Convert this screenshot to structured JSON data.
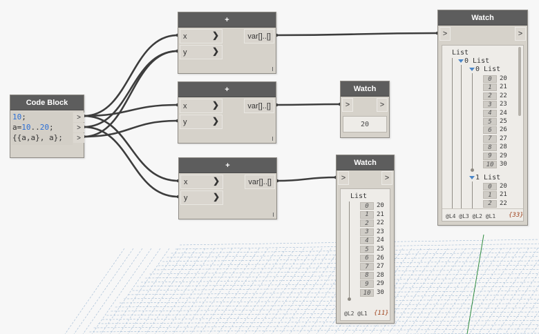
{
  "code_block": {
    "title": "Code Block",
    "lines": [
      [
        {
          "t": "10",
          "num": true
        },
        {
          "t": ";"
        }
      ],
      [
        {
          "t": "a="
        },
        {
          "t": "10",
          "num": true
        },
        {
          "t": ".."
        },
        {
          "t": "20",
          "num": true
        },
        {
          "t": ";"
        }
      ],
      [
        {
          "t": "{{a,a}, a};"
        }
      ]
    ],
    "out_ports": [
      ">",
      ">",
      ">"
    ]
  },
  "add_nodes": [
    {
      "title": "+",
      "inputs": [
        "x",
        "y"
      ],
      "input_chevron": "❯",
      "output": "var[]..[]"
    },
    {
      "title": "+",
      "inputs": [
        "x",
        "y"
      ],
      "input_chevron": "❯",
      "output": "var[]..[]"
    },
    {
      "title": "+",
      "inputs": [
        "x",
        "y"
      ],
      "input_chevron": "❯",
      "output": "var[]..[]"
    }
  ],
  "watch_small": {
    "title": "Watch",
    "in_port": ">",
    "out_port": ">",
    "value": "20"
  },
  "watch_mid": {
    "title": "Watch",
    "in_port": ">",
    "out_port": ">",
    "root_label": "List",
    "items": [
      {
        "i": "0",
        "v": "20"
      },
      {
        "i": "1",
        "v": "21"
      },
      {
        "i": "2",
        "v": "22"
      },
      {
        "i": "3",
        "v": "23"
      },
      {
        "i": "4",
        "v": "24"
      },
      {
        "i": "5",
        "v": "25"
      },
      {
        "i": "6",
        "v": "26"
      },
      {
        "i": "7",
        "v": "27"
      },
      {
        "i": "8",
        "v": "28"
      },
      {
        "i": "9",
        "v": "29"
      },
      {
        "i": "10",
        "v": "30"
      }
    ],
    "levels": "@L2 @L1",
    "count": "{11}"
  },
  "watch_big": {
    "title": "Watch",
    "in_port": ">",
    "out_port": ">",
    "root_label": "List",
    "level1_label": "0 List",
    "level2_label": "0 List",
    "items": [
      {
        "i": "0",
        "v": "20"
      },
      {
        "i": "1",
        "v": "21"
      },
      {
        "i": "2",
        "v": "22"
      },
      {
        "i": "3",
        "v": "23"
      },
      {
        "i": "4",
        "v": "24"
      },
      {
        "i": "5",
        "v": "25"
      },
      {
        "i": "6",
        "v": "26"
      },
      {
        "i": "7",
        "v": "27"
      },
      {
        "i": "8",
        "v": "28"
      },
      {
        "i": "9",
        "v": "29"
      },
      {
        "i": "10",
        "v": "30"
      }
    ],
    "sublist_label": "1 List",
    "sub_items": [
      {
        "i": "0",
        "v": "20"
      },
      {
        "i": "1",
        "v": "21"
      },
      {
        "i": "2",
        "v": "22"
      }
    ],
    "levels": "@L4 @L3 @L2 @L1",
    "count": "{33}"
  },
  "colors": {
    "header": "#5d5d5d",
    "node_body": "#d6d2ca",
    "wire": "#3d3d3d",
    "code_number": "#2b6fd6",
    "grid": "#7fa3c7",
    "count": "#a0441e"
  }
}
